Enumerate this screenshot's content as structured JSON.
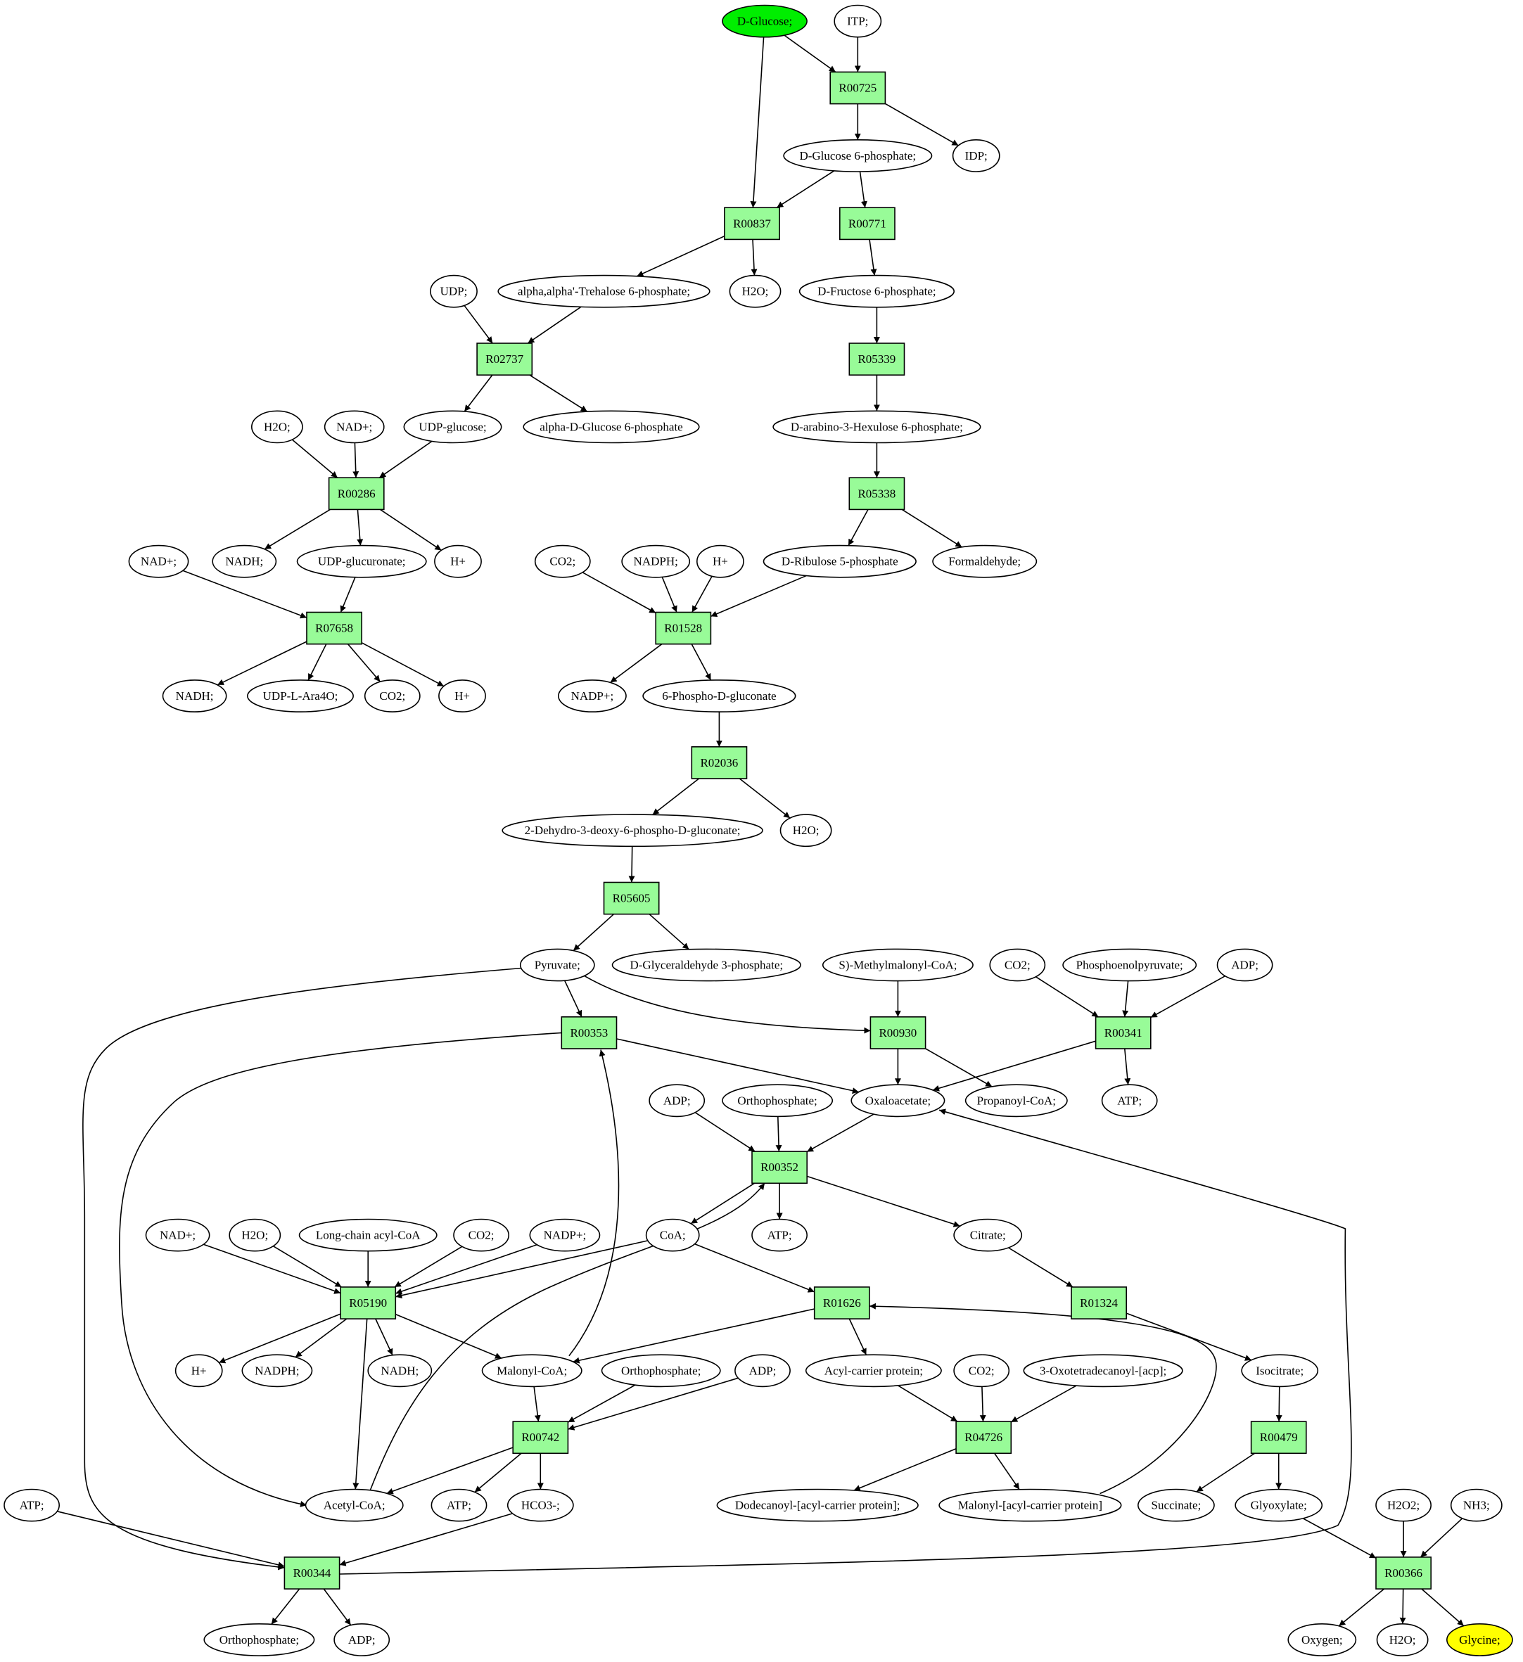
{
  "colors": {
    "reaction_fill": "#98fb98",
    "start_fill": "#00ee00",
    "goal_fill": "#ffff00",
    "compound_fill": "#ffffff"
  },
  "nodes": [
    {
      "id": "c_glucose",
      "kind": "compound",
      "label": "D-Glucose;",
      "role": "start"
    },
    {
      "id": "c_itp",
      "kind": "compound",
      "label": "ITP;"
    },
    {
      "id": "r_R00725",
      "kind": "reaction",
      "label": "R00725"
    },
    {
      "id": "c_g6p",
      "kind": "compound",
      "label": "D-Glucose 6-phosphate;"
    },
    {
      "id": "c_idp",
      "kind": "compound",
      "label": "IDP;"
    },
    {
      "id": "r_R00837",
      "kind": "reaction",
      "label": "R00837"
    },
    {
      "id": "r_R00771",
      "kind": "reaction",
      "label": "R00771"
    },
    {
      "id": "c_udp",
      "kind": "compound",
      "label": "UDP;"
    },
    {
      "id": "c_tre6p",
      "kind": "compound",
      "label": "alpha,alpha'-Trehalose 6-phosphate;"
    },
    {
      "id": "c_h2o_1",
      "kind": "compound",
      "label": "H2O;"
    },
    {
      "id": "c_f6p",
      "kind": "compound",
      "label": "D-Fructose 6-phosphate;"
    },
    {
      "id": "r_R02737",
      "kind": "reaction",
      "label": "R02737"
    },
    {
      "id": "r_R05339",
      "kind": "reaction",
      "label": "R05339"
    },
    {
      "id": "c_h2o_2",
      "kind": "compound",
      "label": "H2O;"
    },
    {
      "id": "c_nad_1",
      "kind": "compound",
      "label": "NAD+;"
    },
    {
      "id": "c_udpglc",
      "kind": "compound",
      "label": "UDP-glucose;"
    },
    {
      "id": "c_ag6p",
      "kind": "compound",
      "label": "alpha-D-Glucose 6-phosphate"
    },
    {
      "id": "c_hex6p",
      "kind": "compound",
      "label": "D-arabino-3-Hexulose 6-phosphate;"
    },
    {
      "id": "r_R00286",
      "kind": "reaction",
      "label": "R00286"
    },
    {
      "id": "r_R05338",
      "kind": "reaction",
      "label": "R05338"
    },
    {
      "id": "c_nad_2",
      "kind": "compound",
      "label": "NAD+;"
    },
    {
      "id": "c_nadh_1",
      "kind": "compound",
      "label": "NADH;"
    },
    {
      "id": "c_udpglcua",
      "kind": "compound",
      "label": "UDP-glucuronate;"
    },
    {
      "id": "c_h_1",
      "kind": "compound",
      "label": "H+"
    },
    {
      "id": "c_co2_1",
      "kind": "compound",
      "label": "CO2;"
    },
    {
      "id": "c_nadph_1",
      "kind": "compound",
      "label": "NADPH;"
    },
    {
      "id": "c_h_2",
      "kind": "compound",
      "label": "H+"
    },
    {
      "id": "c_ru5p",
      "kind": "compound",
      "label": "D-Ribulose 5-phosphate"
    },
    {
      "id": "c_formald",
      "kind": "compound",
      "label": "Formaldehyde;"
    },
    {
      "id": "r_R07658",
      "kind": "reaction",
      "label": "R07658"
    },
    {
      "id": "r_R01528",
      "kind": "reaction",
      "label": "R01528"
    },
    {
      "id": "c_nadh_2",
      "kind": "compound",
      "label": "NADH;"
    },
    {
      "id": "c_udpara",
      "kind": "compound",
      "label": "UDP-L-Ara4O;"
    },
    {
      "id": "c_co2_2",
      "kind": "compound",
      "label": "CO2;"
    },
    {
      "id": "c_h_3",
      "kind": "compound",
      "label": "H+"
    },
    {
      "id": "c_nadp_1",
      "kind": "compound",
      "label": "NADP+;"
    },
    {
      "id": "c_6pg",
      "kind": "compound",
      "label": "6-Phospho-D-gluconate"
    },
    {
      "id": "r_R02036",
      "kind": "reaction",
      "label": "R02036"
    },
    {
      "id": "c_kdpg",
      "kind": "compound",
      "label": "2-Dehydro-3-deoxy-6-phospho-D-gluconate;"
    },
    {
      "id": "c_h2o_3",
      "kind": "compound",
      "label": "H2O;"
    },
    {
      "id": "r_R05605",
      "kind": "reaction",
      "label": "R05605"
    },
    {
      "id": "c_pyruvate",
      "kind": "compound",
      "label": "Pyruvate;"
    },
    {
      "id": "c_gap",
      "kind": "compound",
      "label": "D-Glyceraldehyde 3-phosphate;"
    },
    {
      "id": "c_smmcoa",
      "kind": "compound",
      "label": "S)-Methylmalonyl-CoA;"
    },
    {
      "id": "c_co2_3",
      "kind": "compound",
      "label": "CO2;"
    },
    {
      "id": "c_pep",
      "kind": "compound",
      "label": "Phosphoenolpyruvate;"
    },
    {
      "id": "c_adp_1",
      "kind": "compound",
      "label": "ADP;"
    },
    {
      "id": "r_R00353",
      "kind": "reaction",
      "label": "R00353"
    },
    {
      "id": "r_R00930",
      "kind": "reaction",
      "label": "R00930"
    },
    {
      "id": "r_R00341",
      "kind": "reaction",
      "label": "R00341"
    },
    {
      "id": "c_adp_2",
      "kind": "compound",
      "label": "ADP;"
    },
    {
      "id": "c_pi_1",
      "kind": "compound",
      "label": "Orthophosphate;"
    },
    {
      "id": "c_oaa",
      "kind": "compound",
      "label": "Oxaloacetate;"
    },
    {
      "id": "c_propcoa",
      "kind": "compound",
      "label": "Propanoyl-CoA;"
    },
    {
      "id": "c_atp_1",
      "kind": "compound",
      "label": "ATP;"
    },
    {
      "id": "r_R00352",
      "kind": "reaction",
      "label": "R00352"
    },
    {
      "id": "c_nad_3",
      "kind": "compound",
      "label": "NAD+;"
    },
    {
      "id": "c_h2o_4",
      "kind": "compound",
      "label": "H2O;"
    },
    {
      "id": "c_lcacoa",
      "kind": "compound",
      "label": "Long-chain acyl-CoA"
    },
    {
      "id": "c_co2_4",
      "kind": "compound",
      "label": "CO2;"
    },
    {
      "id": "c_nadp_2",
      "kind": "compound",
      "label": "NADP+;"
    },
    {
      "id": "c_coa",
      "kind": "compound",
      "label": "CoA;"
    },
    {
      "id": "c_atp_2",
      "kind": "compound",
      "label": "ATP;"
    },
    {
      "id": "c_citrate",
      "kind": "compound",
      "label": "Citrate;"
    },
    {
      "id": "r_R05190",
      "kind": "reaction",
      "label": "R05190"
    },
    {
      "id": "r_R01626",
      "kind": "reaction",
      "label": "R01626"
    },
    {
      "id": "r_R01324",
      "kind": "reaction",
      "label": "R01324"
    },
    {
      "id": "c_h_4",
      "kind": "compound",
      "label": "H+"
    },
    {
      "id": "c_nadph_2",
      "kind": "compound",
      "label": "NADPH;"
    },
    {
      "id": "c_nadh_3",
      "kind": "compound",
      "label": "NADH;"
    },
    {
      "id": "c_malcoa",
      "kind": "compound",
      "label": "Malonyl-CoA;"
    },
    {
      "id": "c_pi_2",
      "kind": "compound",
      "label": "Orthophosphate;"
    },
    {
      "id": "c_adp_3",
      "kind": "compound",
      "label": "ADP;"
    },
    {
      "id": "c_acp",
      "kind": "compound",
      "label": "Acyl-carrier protein;"
    },
    {
      "id": "c_co2_5",
      "kind": "compound",
      "label": "CO2;"
    },
    {
      "id": "c_oxotd",
      "kind": "compound",
      "label": "3-Oxotetradecanoyl-[acp];"
    },
    {
      "id": "c_isocit",
      "kind": "compound",
      "label": "Isocitrate;"
    },
    {
      "id": "r_R00742",
      "kind": "reaction",
      "label": "R00742"
    },
    {
      "id": "r_R04726",
      "kind": "reaction",
      "label": "R04726"
    },
    {
      "id": "r_R00479",
      "kind": "reaction",
      "label": "R00479"
    },
    {
      "id": "c_atp_3",
      "kind": "compound",
      "label": "ATP;"
    },
    {
      "id": "c_acetylcoa",
      "kind": "compound",
      "label": "Acetyl-CoA;"
    },
    {
      "id": "c_atp_4",
      "kind": "compound",
      "label": "ATP;"
    },
    {
      "id": "c_hco3",
      "kind": "compound",
      "label": "HCO3-;"
    },
    {
      "id": "c_dodecacp",
      "kind": "compound",
      "label": "Dodecanoyl-[acyl-carrier protein];"
    },
    {
      "id": "c_malacp",
      "kind": "compound",
      "label": "Malonyl-[acyl-carrier protein]"
    },
    {
      "id": "c_succ",
      "kind": "compound",
      "label": "Succinate;"
    },
    {
      "id": "c_glyox",
      "kind": "compound",
      "label": "Glyoxylate;"
    },
    {
      "id": "c_h2o2",
      "kind": "compound",
      "label": "H2O2;"
    },
    {
      "id": "c_nh3",
      "kind": "compound",
      "label": "NH3;"
    },
    {
      "id": "r_R00344",
      "kind": "reaction",
      "label": "R00344"
    },
    {
      "id": "r_R00366",
      "kind": "reaction",
      "label": "R00366"
    },
    {
      "id": "c_pi_3",
      "kind": "compound",
      "label": "Orthophosphate;"
    },
    {
      "id": "c_adp_4",
      "kind": "compound",
      "label": "ADP;"
    },
    {
      "id": "c_oxygen",
      "kind": "compound",
      "label": "Oxygen;"
    },
    {
      "id": "c_h2o_5",
      "kind": "compound",
      "label": "H2O;"
    },
    {
      "id": "c_glycine",
      "kind": "compound",
      "label": "Glycine;",
      "role": "goal"
    }
  ],
  "edges": [
    {
      "from": "c_glucose",
      "to": "r_R00725"
    },
    {
      "from": "c_itp",
      "to": "r_R00725"
    },
    {
      "from": "r_R00725",
      "to": "c_g6p"
    },
    {
      "from": "r_R00725",
      "to": "c_idp"
    },
    {
      "from": "c_glucose",
      "to": "r_R00837"
    },
    {
      "from": "c_g6p",
      "to": "r_R00837"
    },
    {
      "from": "c_g6p",
      "to": "r_R00771"
    },
    {
      "from": "r_R00837",
      "to": "c_tre6p"
    },
    {
      "from": "r_R00837",
      "to": "c_h2o_1"
    },
    {
      "from": "r_R00771",
      "to": "c_f6p"
    },
    {
      "from": "c_udp",
      "to": "r_R02737"
    },
    {
      "from": "c_tre6p",
      "to": "r_R02737"
    },
    {
      "from": "r_R02737",
      "to": "c_udpglc"
    },
    {
      "from": "r_R02737",
      "to": "c_ag6p"
    },
    {
      "from": "c_f6p",
      "to": "r_R05339"
    },
    {
      "from": "r_R05339",
      "to": "c_hex6p"
    },
    {
      "from": "c_hex6p",
      "to": "r_R05338"
    },
    {
      "from": "r_R05338",
      "to": "c_ru5p"
    },
    {
      "from": "r_R05338",
      "to": "c_formald"
    },
    {
      "from": "c_h2o_2",
      "to": "r_R00286"
    },
    {
      "from": "c_nad_1",
      "to": "r_R00286"
    },
    {
      "from": "c_udpglc",
      "to": "r_R00286"
    },
    {
      "from": "r_R00286",
      "to": "c_nadh_1"
    },
    {
      "from": "r_R00286",
      "to": "c_udpglcua"
    },
    {
      "from": "r_R00286",
      "to": "c_h_1"
    },
    {
      "from": "c_nad_2",
      "to": "r_R07658"
    },
    {
      "from": "c_udpglcua",
      "to": "r_R07658"
    },
    {
      "from": "r_R07658",
      "to": "c_nadh_2"
    },
    {
      "from": "r_R07658",
      "to": "c_udpara"
    },
    {
      "from": "r_R07658",
      "to": "c_co2_2"
    },
    {
      "from": "r_R07658",
      "to": "c_h_3"
    },
    {
      "from": "c_co2_1",
      "to": "r_R01528"
    },
    {
      "from": "c_nadph_1",
      "to": "r_R01528"
    },
    {
      "from": "c_h_2",
      "to": "r_R01528"
    },
    {
      "from": "c_ru5p",
      "to": "r_R01528"
    },
    {
      "from": "r_R01528",
      "to": "c_nadp_1"
    },
    {
      "from": "r_R01528",
      "to": "c_6pg"
    },
    {
      "from": "c_6pg",
      "to": "r_R02036"
    },
    {
      "from": "r_R02036",
      "to": "c_kdpg"
    },
    {
      "from": "r_R02036",
      "to": "c_h2o_3"
    },
    {
      "from": "c_kdpg",
      "to": "r_R05605"
    },
    {
      "from": "r_R05605",
      "to": "c_pyruvate"
    },
    {
      "from": "r_R05605",
      "to": "c_gap"
    },
    {
      "from": "c_pyruvate",
      "to": "r_R00353"
    },
    {
      "from": "c_pyruvate",
      "to": "r_R00930",
      "route": "arc"
    },
    {
      "from": "c_smmcoa",
      "to": "r_R00930"
    },
    {
      "from": "c_co2_3",
      "to": "r_R00341"
    },
    {
      "from": "c_pep",
      "to": "r_R00341"
    },
    {
      "from": "c_adp_1",
      "to": "r_R00341"
    },
    {
      "from": "r_R00353",
      "to": "c_oaa"
    },
    {
      "from": "r_R00930",
      "to": "c_oaa"
    },
    {
      "from": "r_R00930",
      "to": "c_propcoa"
    },
    {
      "from": "r_R00341",
      "to": "c_oaa"
    },
    {
      "from": "r_R00341",
      "to": "c_atp_1"
    },
    {
      "from": "c_adp_2",
      "to": "r_R00352"
    },
    {
      "from": "c_pi_1",
      "to": "r_R00352"
    },
    {
      "from": "c_oaa",
      "to": "r_R00352"
    },
    {
      "from": "r_R00352",
      "to": "c_coa"
    },
    {
      "from": "r_R00352",
      "to": "c_atp_2"
    },
    {
      "from": "r_R00352",
      "to": "c_citrate"
    },
    {
      "from": "c_nad_3",
      "to": "r_R05190"
    },
    {
      "from": "c_h2o_4",
      "to": "r_R05190"
    },
    {
      "from": "c_lcacoa",
      "to": "r_R05190"
    },
    {
      "from": "c_co2_4",
      "to": "r_R05190"
    },
    {
      "from": "c_nadp_2",
      "to": "r_R05190"
    },
    {
      "from": "c_coa",
      "to": "r_R05190"
    },
    {
      "from": "c_coa",
      "to": "r_R01626"
    },
    {
      "from": "c_citrate",
      "to": "r_R01324"
    },
    {
      "from": "r_R05190",
      "to": "c_h_4"
    },
    {
      "from": "r_R05190",
      "to": "c_nadph_2"
    },
    {
      "from": "r_R05190",
      "to": "c_nadh_3"
    },
    {
      "from": "r_R05190",
      "to": "c_malcoa"
    },
    {
      "from": "r_R05190",
      "to": "c_acetylcoa"
    },
    {
      "from": "r_R01626",
      "to": "c_malcoa"
    },
    {
      "from": "r_R01626",
      "to": "c_acp"
    },
    {
      "from": "r_R01324",
      "to": "c_isocit"
    },
    {
      "from": "c_malcoa",
      "to": "r_R00742"
    },
    {
      "from": "c_pi_2",
      "to": "r_R00742"
    },
    {
      "from": "c_adp_3",
      "to": "r_R00742"
    },
    {
      "from": "c_acp",
      "to": "r_R04726"
    },
    {
      "from": "c_co2_5",
      "to": "r_R04726"
    },
    {
      "from": "c_oxotd",
      "to": "r_R04726"
    },
    {
      "from": "c_isocit",
      "to": "r_R00479"
    },
    {
      "from": "r_R00742",
      "to": "c_acetylcoa"
    },
    {
      "from": "r_R00742",
      "to": "c_atp_4"
    },
    {
      "from": "r_R00742",
      "to": "c_hco3"
    },
    {
      "from": "r_R04726",
      "to": "c_dodecacp"
    },
    {
      "from": "r_R04726",
      "to": "c_malacp"
    },
    {
      "from": "r_R00479",
      "to": "c_succ"
    },
    {
      "from": "r_R00479",
      "to": "c_glyox"
    },
    {
      "from": "c_malcoa",
      "to": "r_R00353",
      "route": "arc"
    },
    {
      "from": "r_R00353",
      "to": "c_acetylcoa",
      "route": "left-loop"
    },
    {
      "from": "c_acetylcoa",
      "to": "r_R00352",
      "route": "arc"
    },
    {
      "from": "c_malacp",
      "to": "r_R01626",
      "route": "right-loop"
    },
    {
      "from": "c_pyruvate",
      "to": "r_R00344",
      "route": "far-left"
    },
    {
      "from": "c_atp_3",
      "to": "r_R00344"
    },
    {
      "from": "c_hco3",
      "to": "r_R00344"
    },
    {
      "from": "r_R00344",
      "to": "c_pi_3"
    },
    {
      "from": "r_R00344",
      "to": "c_adp_4"
    },
    {
      "from": "r_R00344",
      "to": "c_oaa",
      "route": "far-right"
    },
    {
      "from": "c_glyox",
      "to": "r_R00366"
    },
    {
      "from": "c_h2o2",
      "to": "r_R00366"
    },
    {
      "from": "c_nh3",
      "to": "r_R00366"
    },
    {
      "from": "r_R00366",
      "to": "c_oxygen"
    },
    {
      "from": "r_R00366",
      "to": "c_h2o_5"
    },
    {
      "from": "r_R00366",
      "to": "c_glycine"
    }
  ]
}
